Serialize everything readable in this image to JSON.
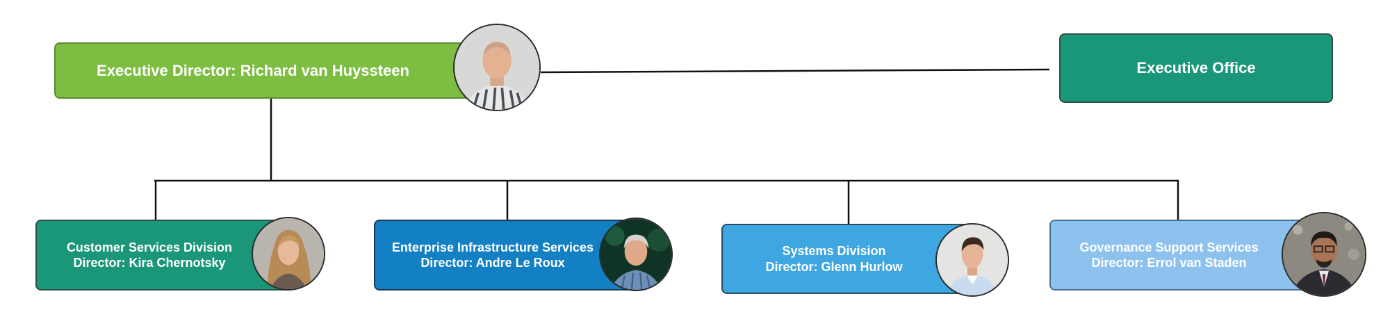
{
  "executive_director": {
    "label": "Executive Director: Richard van Huyssteen",
    "color": "#7dbe42",
    "photo": "portrait-bald-man-striped-shirt"
  },
  "executive_office": {
    "label": "Executive Office",
    "color": "#1a9678"
  },
  "divisions": [
    {
      "title": "Customer Services Division",
      "director": "Director: Kira Chernotsky",
      "color": "#1a9678",
      "photo": "portrait-woman-blonde"
    },
    {
      "title": "Enterprise Infrastructure Services",
      "director": "Director: Andre Le Roux",
      "color": "#1380c4",
      "photo": "portrait-grey-haired-man"
    },
    {
      "title": "Systems Division",
      "director": "Director: Glenn Hurlow",
      "color": "#3ea6e0",
      "photo": "portrait-dark-haired-man"
    },
    {
      "title": "Governance Support Services",
      "director": "Director: Errol van Staden",
      "color": "#8ec2ee",
      "photo": "portrait-man-glasses-suit"
    }
  ]
}
